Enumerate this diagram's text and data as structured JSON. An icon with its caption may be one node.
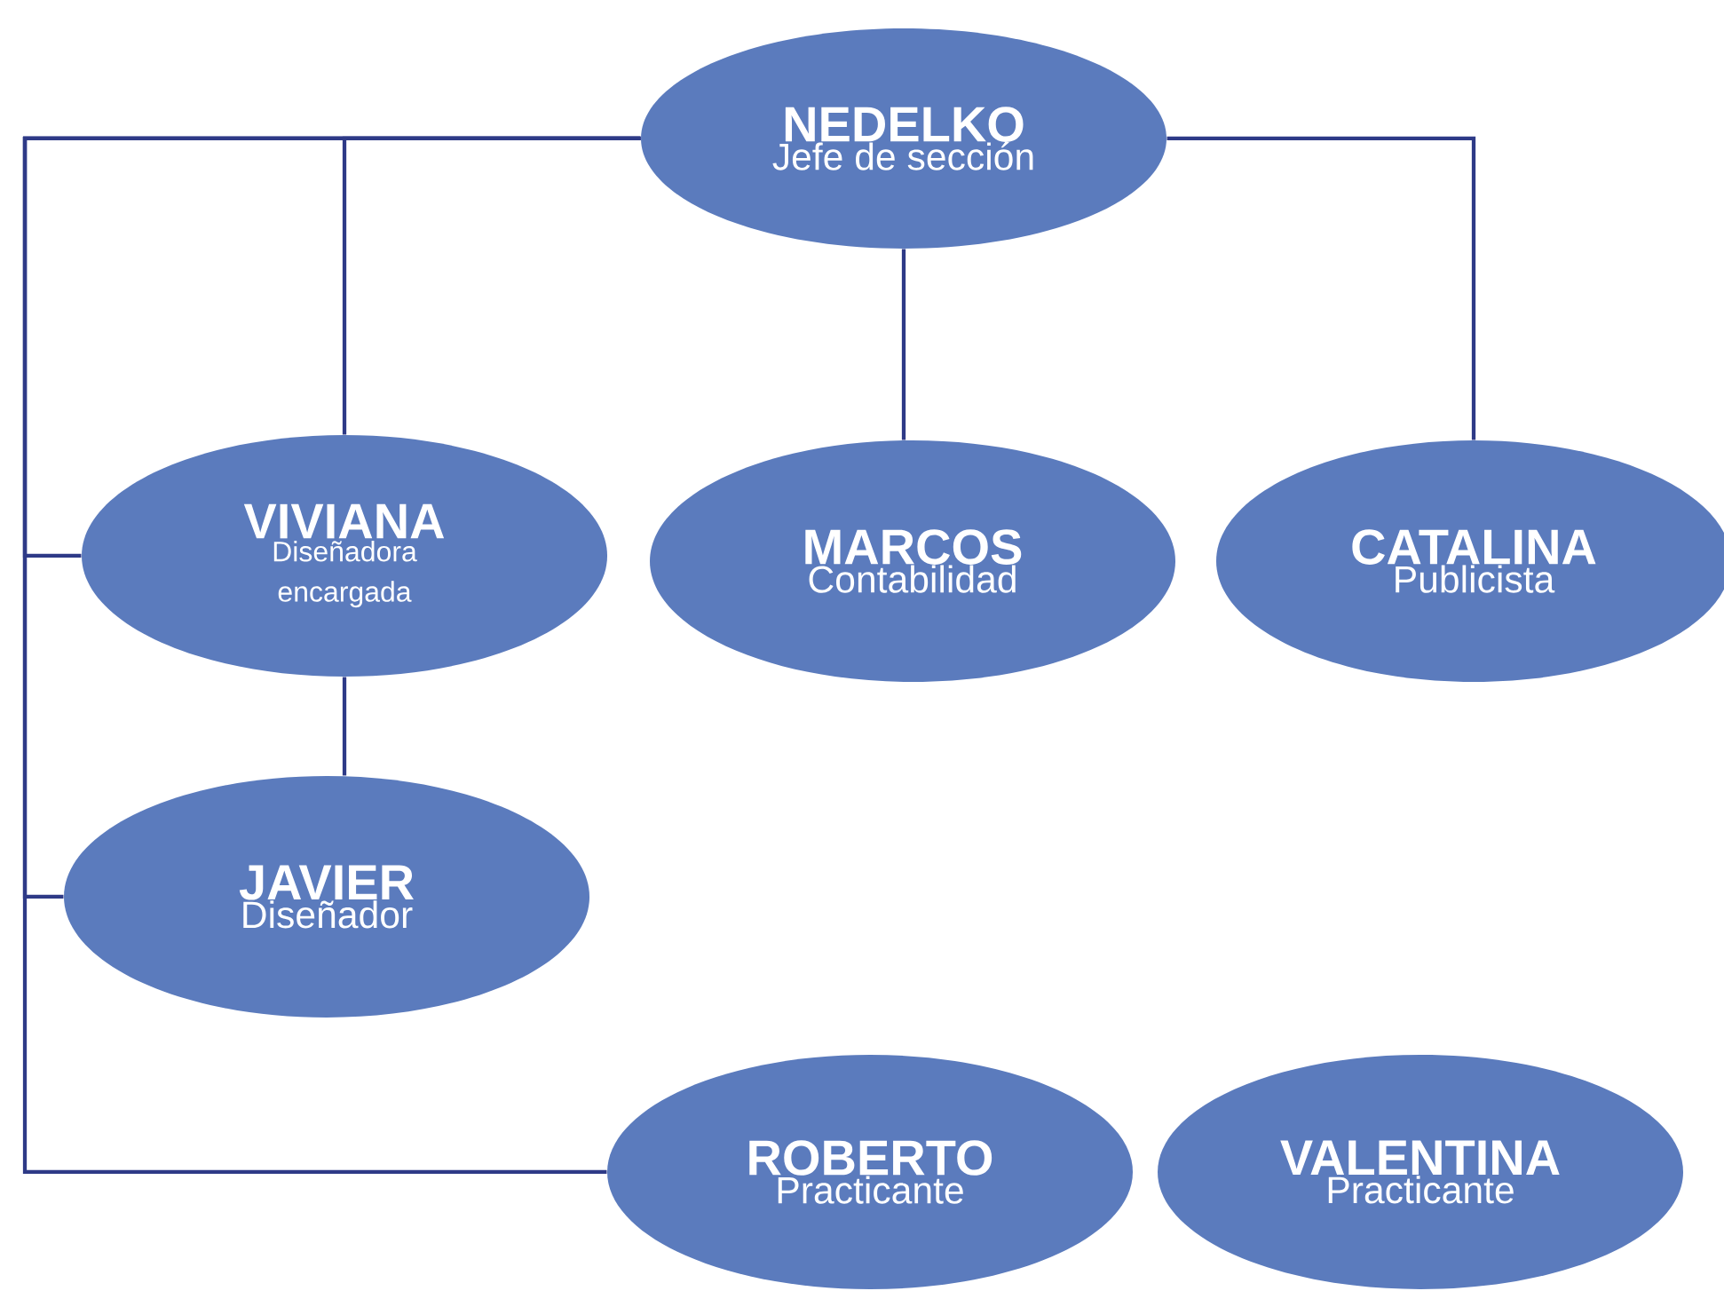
{
  "diagram": {
    "nodes": [
      {
        "text": [
          "NEDELKO",
          "Jefe de sección"
        ]
      },
      {
        "text": [
          "VIVIANA",
          "Diseñadora encargada"
        ]
      },
      {
        "text": [
          "MARCOS",
          "Contabilidad"
        ]
      },
      {
        "text": [
          "CATALINA",
          "Publicista"
        ]
      },
      {
        "text": [
          "JAVIER",
          "Diseñador"
        ]
      },
      {
        "text": [
          "ROBERTO",
          "Practicante"
        ]
      },
      {
        "text": [
          "VALENTINA",
          "Practicante"
        ]
      }
    ],
    "edges": [
      {
        "from": 0,
        "to": 1,
        "arrow": "none"
      },
      {
        "from": 0,
        "to": 2,
        "arrow": "none"
      },
      {
        "from": 0,
        "to": 3,
        "arrow": "none"
      },
      {
        "from": 0,
        "to": 1,
        "arrow": "none"
      },
      {
        "from": 0,
        "to": 4,
        "arrow": "none"
      },
      {
        "from": 0,
        "to": 5,
        "arrow": "none"
      },
      {
        "from": 1,
        "to": 4,
        "arrow": "none"
      }
    ]
  }
}
